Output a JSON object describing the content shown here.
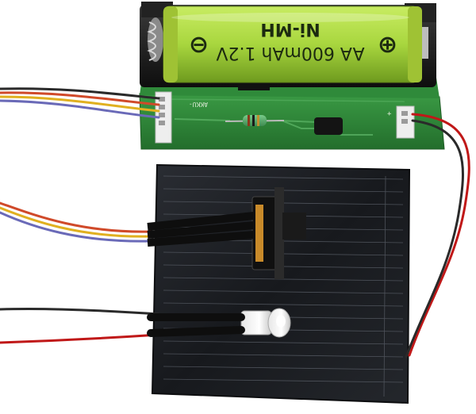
{
  "battery": {
    "line1": "AA 600mAh 1.2V",
    "line2": "Ni-MH",
    "minus_symbol": "⊖",
    "plus_symbol": "⊕",
    "label_color": "#a8d63e"
  },
  "pcb": {
    "left_connector_label": "AKKU-",
    "right_connector_label": "+",
    "board_color": "#2f8a3a"
  },
  "solar_panel": {
    "cell_color": "#1b1d22"
  },
  "wires": {
    "colors": [
      "#d04a2a",
      "#e0b020",
      "#6a6ab8",
      "#2a2a2a",
      "#c01818"
    ]
  }
}
